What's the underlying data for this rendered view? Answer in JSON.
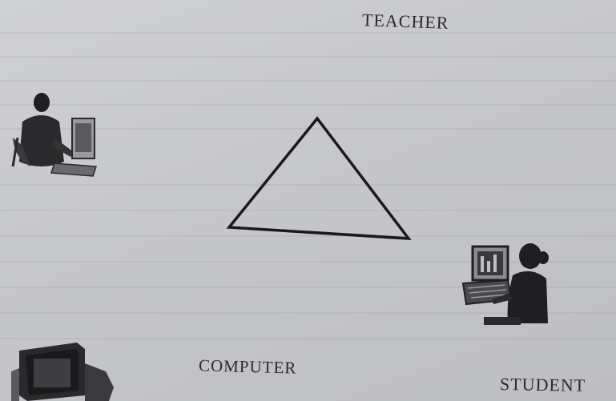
{
  "diagram": {
    "nodes": {
      "teacher": {
        "label": "TEACHER",
        "icon": "teacher-at-computer-icon"
      },
      "computer": {
        "label": "COMPUTER",
        "icon": "computer-icon"
      },
      "student": {
        "label": "STUDENT",
        "icon": "student-at-computer-icon"
      }
    },
    "shape": "triangle",
    "colors": {
      "ink": "#1a1a1c",
      "paper": "#c9cacd"
    }
  }
}
